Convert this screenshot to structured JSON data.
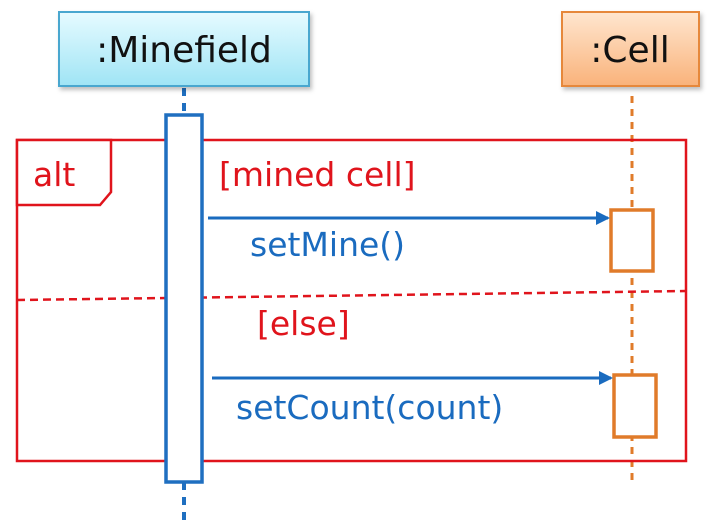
{
  "participants": [
    {
      "id": "minefield",
      "label": ":Minefield"
    },
    {
      "id": "cell",
      "label": ":Cell"
    }
  ],
  "fragment": {
    "operator": "alt",
    "operands": [
      {
        "guard": "[mined cell]",
        "message": {
          "from": "minefield",
          "to": "cell",
          "label": "setMine()"
        }
      },
      {
        "guard": "[else]",
        "message": {
          "from": "minefield",
          "to": "cell",
          "label": "setCount(count)"
        }
      }
    ]
  },
  "colors": {
    "minefield_fill_top": "#e6fbff",
    "minefield_fill_bottom": "#9fe4f5",
    "minefield_border": "#4aa7cf",
    "cell_fill_top": "#ffe6cf",
    "cell_fill_bottom": "#f9b27a",
    "cell_border": "#e6883a",
    "lifeline_blue": "#1f6fc0",
    "lifeline_orange": "#e07b2a",
    "fragment_red": "#e0141c",
    "message_blue": "#1a6bbf"
  }
}
